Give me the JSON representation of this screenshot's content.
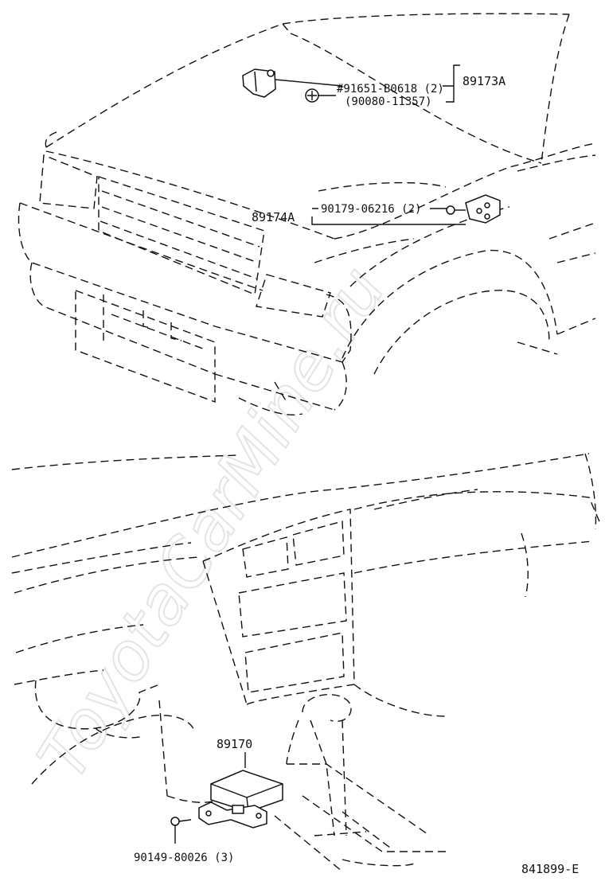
{
  "watermark": "ToyotaCarMine.ru",
  "callouts": {
    "p89173A": {
      "part_no": "89173A",
      "fastener_1": "#91651-B0618 (2)",
      "fastener_2": "(90080-11357)"
    },
    "p89174A": {
      "part_no": "89174A",
      "fastener": "90179-06216 (2)"
    },
    "p89170": {
      "part_no": "89170",
      "fastener": "90149-80026 (3)"
    }
  },
  "figure_code": "841899-E"
}
